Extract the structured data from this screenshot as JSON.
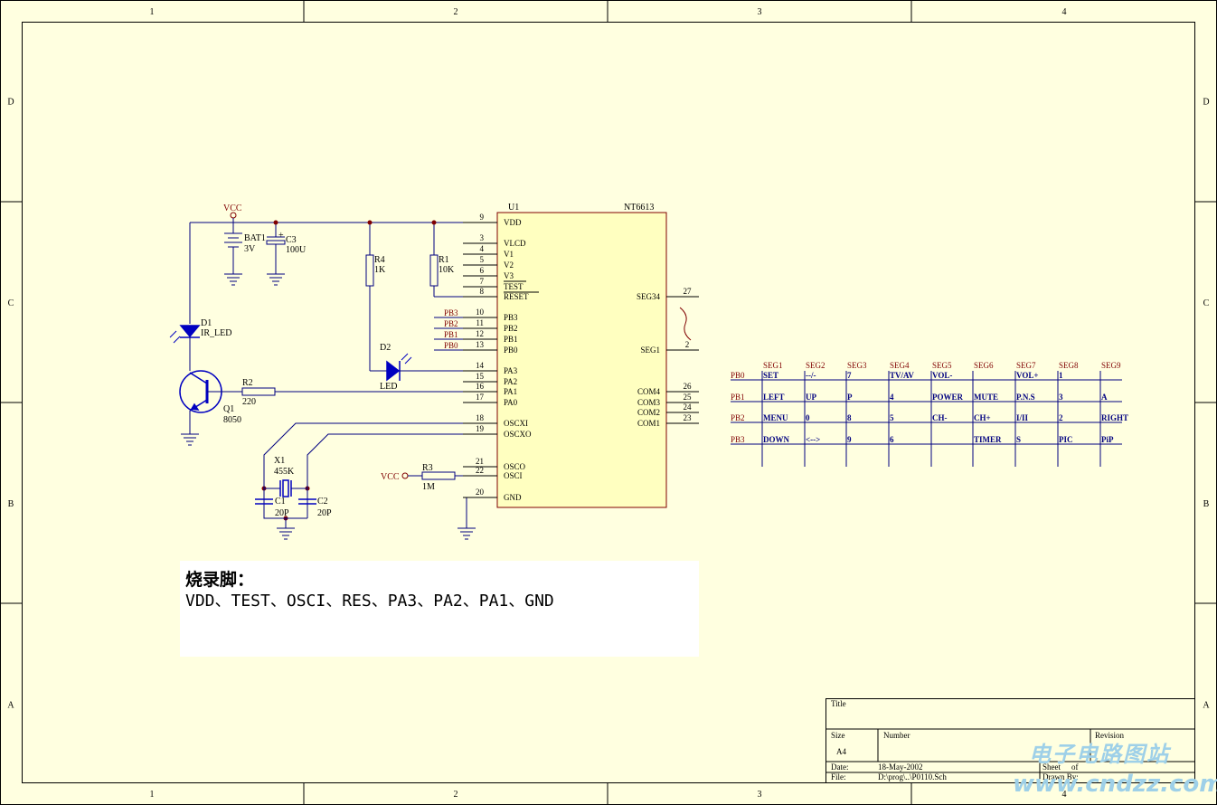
{
  "frame": {
    "columns": [
      "1",
      "2",
      "3",
      "4"
    ],
    "rows": [
      "D",
      "C",
      "B",
      "A"
    ]
  },
  "power": {
    "vcc_top": "VCC",
    "vcc_left": "VCC"
  },
  "components": {
    "bat1": {
      "ref": "BAT1",
      "value": "3V"
    },
    "c3": {
      "ref": "C3",
      "value": "100U"
    },
    "r4": {
      "ref": "R4",
      "value": "1K"
    },
    "r1": {
      "ref": "R1",
      "value": "10K"
    },
    "d1": {
      "ref": "D1",
      "value": "IR_LED"
    },
    "d2": {
      "ref": "D2",
      "value": "LED"
    },
    "r2": {
      "ref": "R2",
      "value": "220"
    },
    "q1": {
      "ref": "Q1",
      "value": "8050"
    },
    "x1": {
      "ref": "X1",
      "value": "455K"
    },
    "c1": {
      "ref": "C1",
      "value": "20P"
    },
    "c2": {
      "ref": "C2",
      "value": "20P"
    },
    "r3": {
      "ref": "R3",
      "value": "1M"
    }
  },
  "ic": {
    "ref": "U1",
    "part": "NT6613",
    "left_pins": [
      {
        "num": "9",
        "name": "VDD"
      },
      {
        "num": "3",
        "name": "VLCD"
      },
      {
        "num": "4",
        "name": "V1"
      },
      {
        "num": "5",
        "name": "V2"
      },
      {
        "num": "6",
        "name": "V3"
      },
      {
        "num": "7",
        "name": "TEST"
      },
      {
        "num": "8",
        "name": "RESET"
      },
      {
        "num": "10",
        "name": "PB3"
      },
      {
        "num": "11",
        "name": "PB2"
      },
      {
        "num": "12",
        "name": "PB1"
      },
      {
        "num": "13",
        "name": "PB0"
      },
      {
        "num": "14",
        "name": "PA3"
      },
      {
        "num": "15",
        "name": "PA2"
      },
      {
        "num": "16",
        "name": "PA1"
      },
      {
        "num": "17",
        "name": "PA0"
      },
      {
        "num": "18",
        "name": "OSCXI"
      },
      {
        "num": "19",
        "name": "OSCXO"
      },
      {
        "num": "21",
        "name": "OSCO"
      },
      {
        "num": "22",
        "name": "OSCI"
      },
      {
        "num": "20",
        "name": "GND"
      }
    ],
    "right_pins": [
      {
        "num": "27",
        "name": "SEG34"
      },
      {
        "num": "2",
        "name": "SEG1"
      },
      {
        "num": "26",
        "name": "COM4"
      },
      {
        "num": "25",
        "name": "COM3"
      },
      {
        "num": "24",
        "name": "COM2"
      },
      {
        "num": "23",
        "name": "COM1"
      }
    ],
    "pb_net_labels": [
      "PB3",
      "PB2",
      "PB1",
      "PB0"
    ]
  },
  "key_matrix": {
    "seg_headers": [
      "SEG1",
      "SEG2",
      "SEG3",
      "SEG4",
      "SEG5",
      "SEG6",
      "SEG7",
      "SEG8",
      "SEG9"
    ],
    "rows": [
      {
        "pb": "PB0",
        "keys": [
          "SET",
          "--/-",
          "7",
          "TV/AV",
          "VOL-",
          "",
          "VOL+",
          "1",
          ""
        ]
      },
      {
        "pb": "PB1",
        "keys": [
          "LEFT",
          "UP",
          "P",
          "4",
          "POWER",
          "MUTE",
          "P.N.S",
          "3",
          "A"
        ]
      },
      {
        "pb": "PB2",
        "keys": [
          "MENU",
          "0",
          "8",
          "5",
          "CH-",
          "CH+",
          "I/II",
          "2",
          "RIGHT"
        ]
      },
      {
        "pb": "PB3",
        "keys": [
          "DOWN",
          "<-->",
          "9",
          "6",
          "",
          "TIMER",
          "S",
          "PIC",
          "PiP"
        ]
      }
    ]
  },
  "note": {
    "title": "烧录脚：",
    "pins": "VDD、TEST、OSCI、RES、PA3、PA2、PA1、GND"
  },
  "title_block": {
    "title_label": "Title",
    "size_label": "Size",
    "size_value": "A4",
    "number_label": "Number",
    "revision_label": "Revision",
    "date_label": "Date:",
    "date_value": "18-May-2002",
    "file_label": "File:",
    "file_value": "D:\\prog\\..\\P0110.Sch",
    "sheet_label": "Sheet",
    "sheet_of": "of",
    "drawn_label": "Drawn By:"
  },
  "watermark": {
    "cn": "电子电路图站",
    "url": "www.cndzz.com"
  },
  "colors": {
    "sheet_bg": "#ffffe0",
    "wire": "#000080",
    "component": "#0000c0",
    "ref_text": "#800000",
    "ic_fill": "#ffffc0",
    "ic_border": "#800000",
    "junction": "#800000",
    "power": "#800000"
  }
}
